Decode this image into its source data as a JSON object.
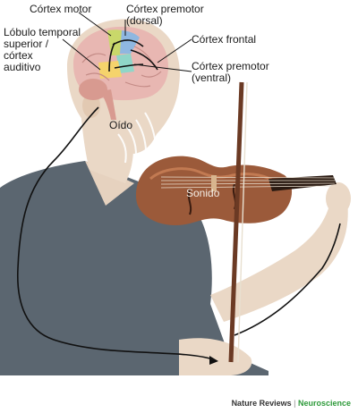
{
  "labels": {
    "motor_cortex": "Córtex motor",
    "premotor_dorsal_1": "Córtex premotor",
    "premotor_dorsal_2": "(dorsal)",
    "temporal_1": "Lóbulo temporal",
    "temporal_2": "superior /",
    "temporal_3": "córtex",
    "temporal_4": "auditivo",
    "frontal_cortex": "Córtex frontal",
    "premotor_ventral_1": "Córtex premotor",
    "premotor_ventral_2": "(ventral)",
    "ear": "Oído",
    "sound": "Sonido"
  },
  "credit": {
    "journal": "Nature Reviews",
    "separator": "|",
    "field": "Neuroscience"
  },
  "colors": {
    "shirt": "#5b6670",
    "skin": "#ead8c6",
    "violin": "#9b5a3a",
    "motor": "#c9d86a",
    "premotor_dorsal": "#8fb7e0",
    "premotor_ventral": "#8fd6c8",
    "auditory": "#f5d36c",
    "credit_field": "#2e9a3a"
  }
}
